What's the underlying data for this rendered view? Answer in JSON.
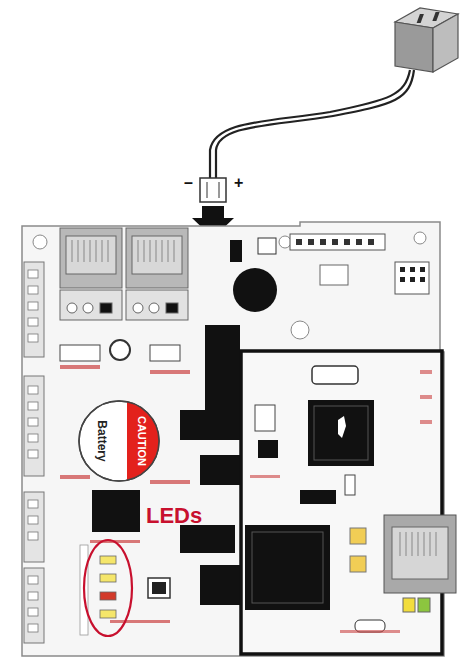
{
  "diagram": {
    "nodes": [
      {
        "text": [
          "CAUTION",
          "Battery"
        ]
      }
    ],
    "labels": [
      "–",
      "+",
      "LEDs"
    ]
  }
}
